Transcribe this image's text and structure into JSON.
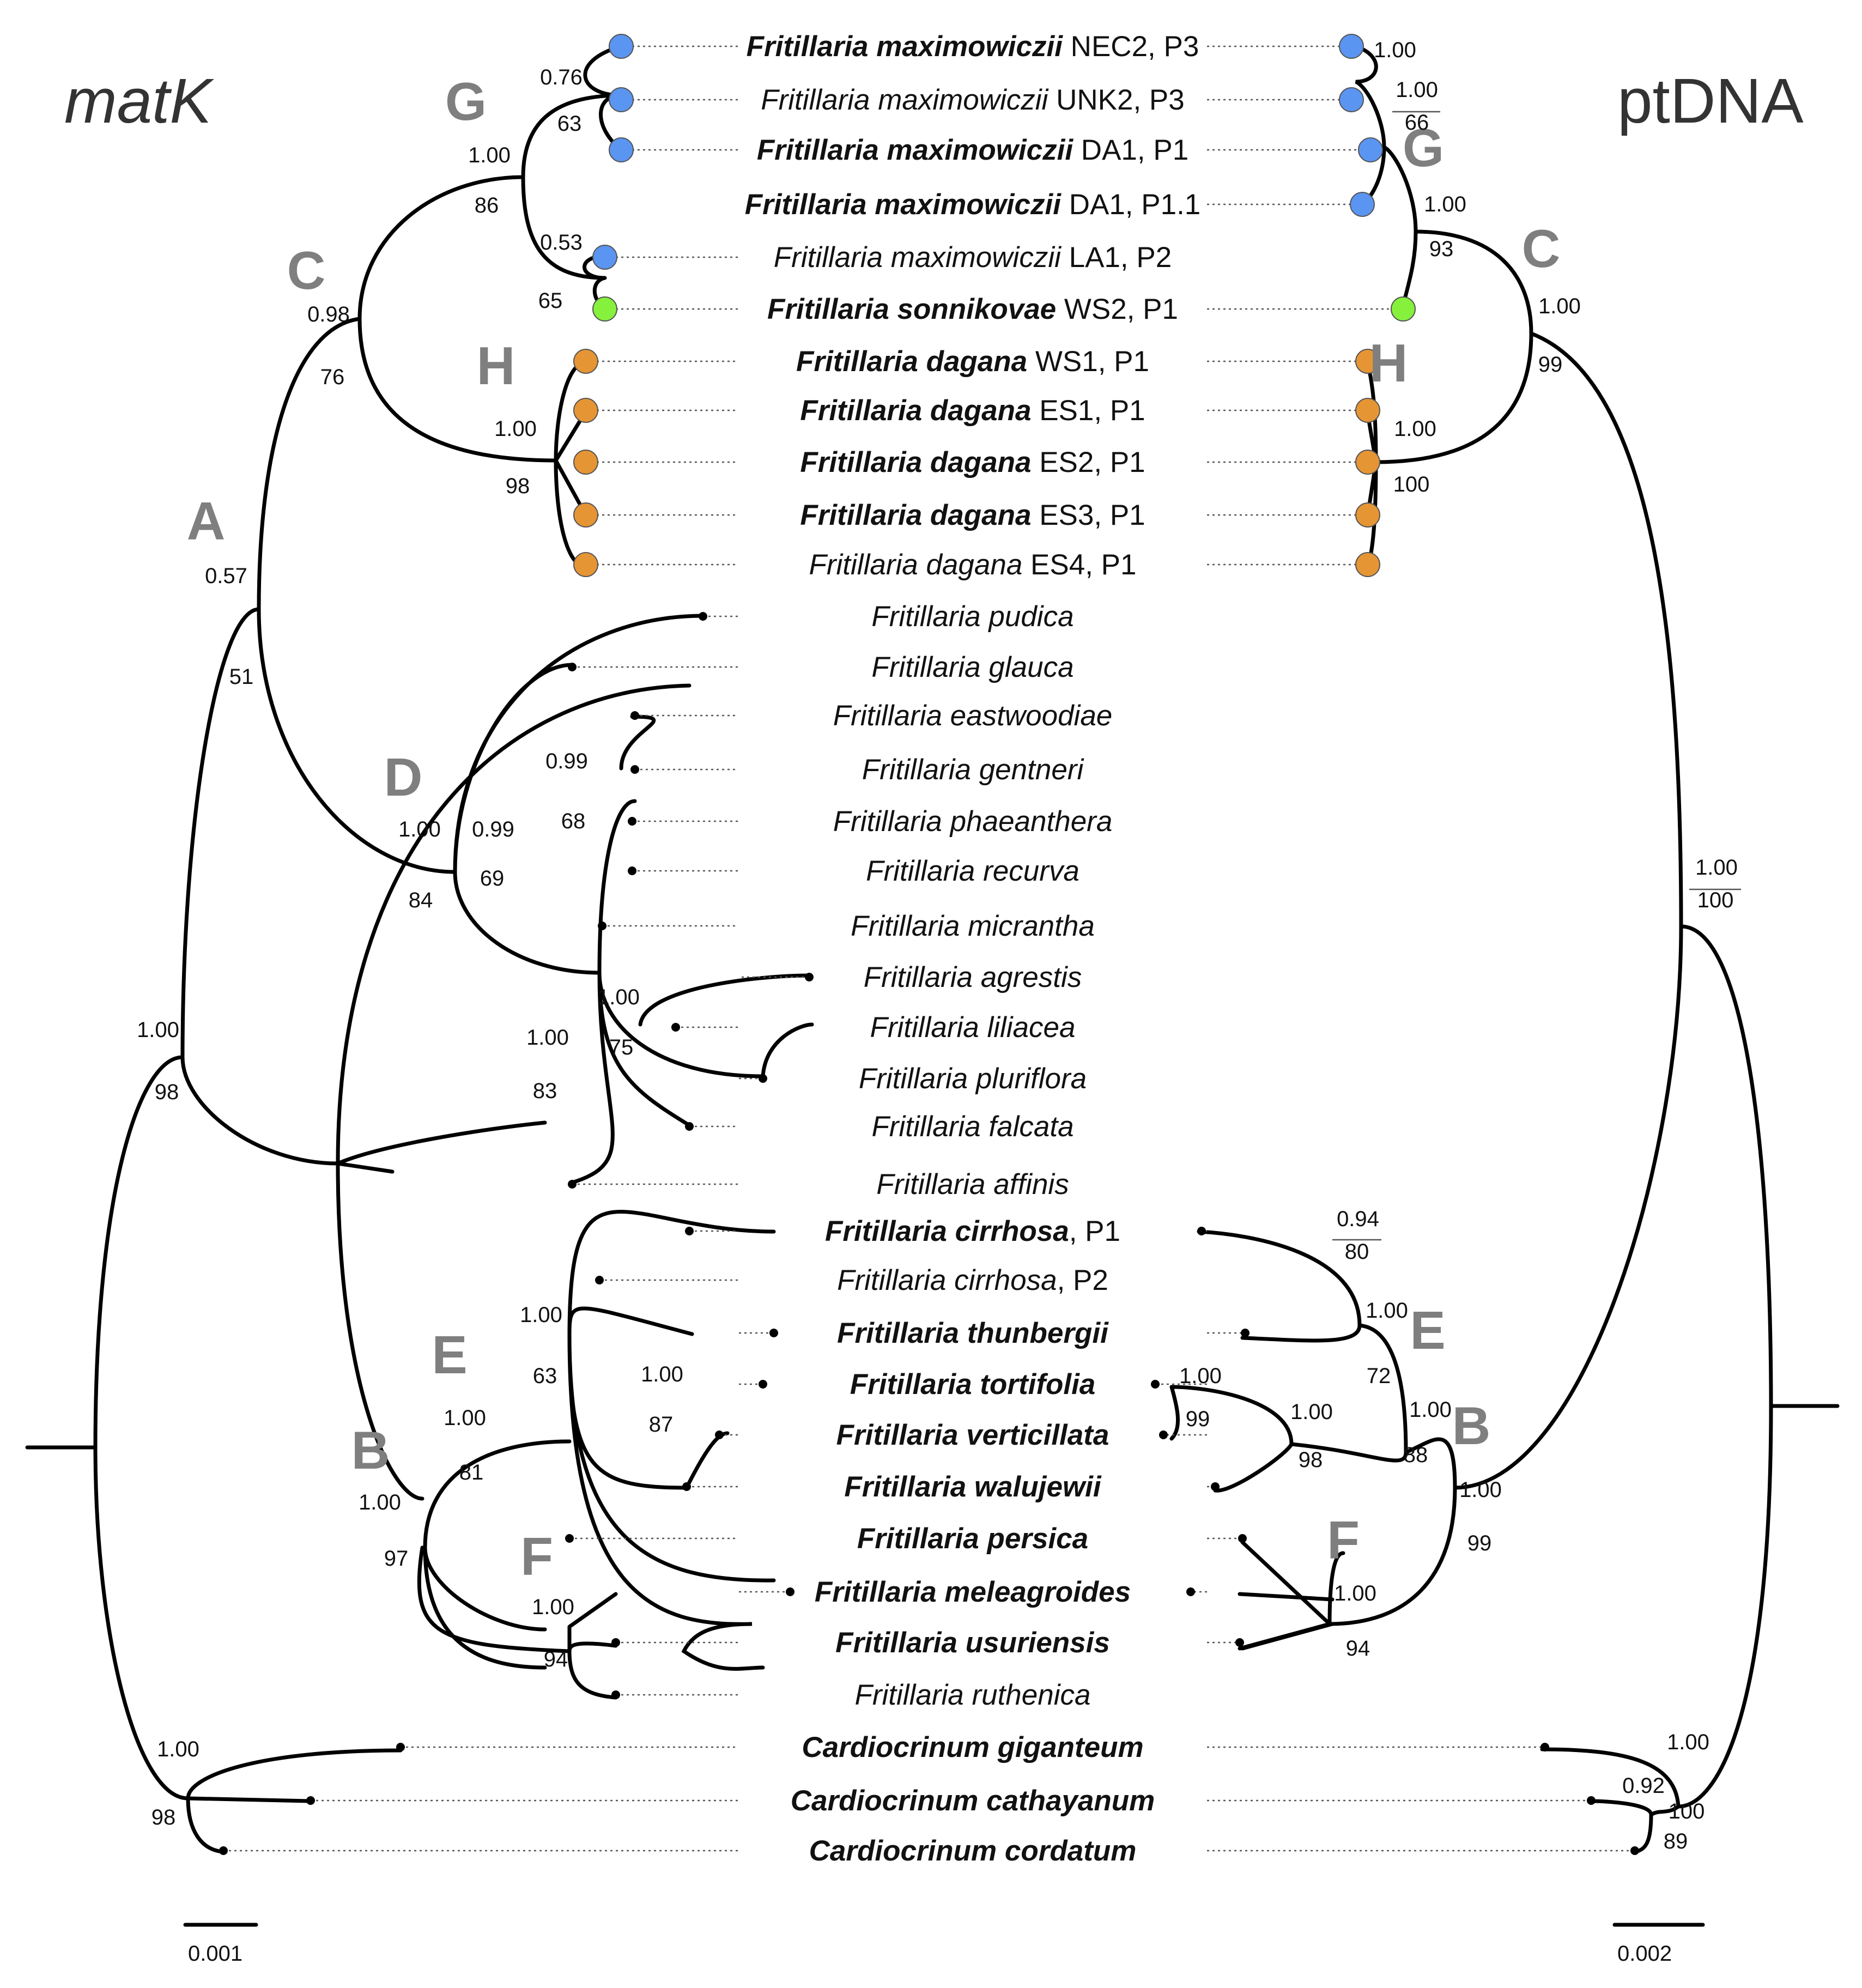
{
  "titles": {
    "left": "matK",
    "right": "ptDNA"
  },
  "scale_bars": {
    "left": "0.001",
    "right": "0.002"
  },
  "colors": {
    "maximowiczii": "#5b95f2",
    "sonnikovae": "#86f13c",
    "dagana": "#e69535",
    "clade_label": "#7f7f7f",
    "branch": "#000000"
  },
  "taxa": [
    {
      "genus": "Fritillaria",
      "epithet": "maximowiczii",
      "suffix": " NEC2, P3",
      "bold": true,
      "marker": "maximowiczii"
    },
    {
      "genus": "Fritillaria",
      "epithet": "maximowiczii",
      "suffix": " UNK2, P3",
      "bold": false,
      "marker": "maximowiczii"
    },
    {
      "genus": "Fritillaria",
      "epithet": "maximowiczii",
      "suffix": " DA1, P1",
      "bold": true,
      "marker": "maximowiczii"
    },
    {
      "genus": "Fritillaria",
      "epithet": "maximowiczii",
      "suffix": " DA1, P1.1",
      "bold": true,
      "marker": "maximowiczii"
    },
    {
      "genus": "Fritillaria",
      "epithet": "maximowiczii",
      "suffix": " LA1, P2",
      "bold": false,
      "marker": "maximowiczii"
    },
    {
      "genus": "Fritillaria",
      "epithet": "sonnikovae",
      "suffix": " WS2, P1",
      "bold": true,
      "marker": "sonnikovae"
    },
    {
      "genus": "Fritillaria",
      "epithet": "dagana",
      "suffix": " WS1, P1",
      "bold": true,
      "marker": "dagana"
    },
    {
      "genus": "Fritillaria",
      "epithet": "dagana",
      "suffix": " ES1, P1",
      "bold": true,
      "marker": "dagana"
    },
    {
      "genus": "Fritillaria",
      "epithet": "dagana",
      "suffix": " ES2, P1",
      "bold": true,
      "marker": "dagana"
    },
    {
      "genus": "Fritillaria",
      "epithet": "dagana",
      "suffix": " ES3, P1",
      "bold": true,
      "marker": "dagana"
    },
    {
      "genus": "Fritillaria",
      "epithet": "dagana",
      "suffix": " ES4, P1",
      "bold": false,
      "marker": "dagana"
    },
    {
      "genus": "Fritillaria",
      "epithet": "pudica",
      "suffix": "",
      "bold": false
    },
    {
      "genus": "Fritillaria",
      "epithet": "glauca",
      "suffix": "",
      "bold": false
    },
    {
      "genus": "Fritillaria",
      "epithet": "eastwoodiae",
      "suffix": "",
      "bold": false
    },
    {
      "genus": "Fritillaria",
      "epithet": "gentneri",
      "suffix": "",
      "bold": false
    },
    {
      "genus": "Fritillaria",
      "epithet": "phaeanthera",
      "suffix": "",
      "bold": false
    },
    {
      "genus": "Fritillaria",
      "epithet": "recurva",
      "suffix": "",
      "bold": false
    },
    {
      "genus": "Fritillaria",
      "epithet": "micrantha",
      "suffix": "",
      "bold": false
    },
    {
      "genus": "Fritillaria",
      "epithet": "agrestis",
      "suffix": "",
      "bold": false
    },
    {
      "genus": "Fritillaria",
      "epithet": "liliacea",
      "suffix": "",
      "bold": false
    },
    {
      "genus": "Fritillaria",
      "epithet": "pluriflora",
      "suffix": "",
      "bold": false
    },
    {
      "genus": "Fritillaria",
      "epithet": "falcata",
      "suffix": "",
      "bold": false
    },
    {
      "genus": "Fritillaria",
      "epithet": "affinis",
      "suffix": "",
      "bold": false
    },
    {
      "genus": "Fritillaria",
      "epithet": "cirrhosa",
      "suffix": ", P1",
      "bold": true
    },
    {
      "genus": "Fritillaria",
      "epithet": "cirrhosa",
      "suffix": ", P2",
      "bold": false
    },
    {
      "genus": "Fritillaria",
      "epithet": "thunbergii",
      "suffix": "",
      "bold": true
    },
    {
      "genus": "Fritillaria",
      "epithet": "tortifolia",
      "suffix": "",
      "bold": true
    },
    {
      "genus": "Fritillaria",
      "epithet": "verticillata",
      "suffix": "",
      "bold": true
    },
    {
      "genus": "Fritillaria",
      "epithet": "walujewii",
      "suffix": "",
      "bold": true
    },
    {
      "genus": "Fritillaria",
      "epithet": "persica",
      "suffix": "",
      "bold": true
    },
    {
      "genus": "Fritillaria",
      "epithet": "meleagroides",
      "suffix": "",
      "bold": true
    },
    {
      "genus": "Fritillaria",
      "epithet": "usuriensis",
      "suffix": "",
      "bold": true
    },
    {
      "genus": "Fritillaria",
      "epithet": "ruthenica",
      "suffix": "",
      "bold": false
    },
    {
      "genus": "Cardiocrinum",
      "epithet": "giganteum",
      "suffix": "",
      "bold": true
    },
    {
      "genus": "Cardiocrinum",
      "epithet": "cathayanum",
      "suffix": "",
      "bold": true
    },
    {
      "genus": "Cardiocrinum",
      "epithet": "cordatum",
      "suffix": "",
      "bold": true
    }
  ],
  "clades": {
    "left": [
      "A",
      "B",
      "C",
      "D",
      "E",
      "F",
      "G",
      "H"
    ],
    "right": [
      "B",
      "C",
      "E",
      "F",
      "G",
      "H"
    ]
  },
  "support_left": [
    "0.76",
    "63",
    "1.00",
    "86",
    "0.53",
    "65",
    "0.98",
    "76",
    "1.00",
    "98",
    "0.57",
    "51",
    "1.00",
    "84",
    "0.99",
    "69",
    "0.99",
    "68",
    "1.00",
    "75",
    "1.00",
    "83",
    "1.00",
    "98",
    "1.00",
    "63",
    "1.00",
    "87",
    "1.00",
    "81",
    "1.00",
    "97",
    "1.00",
    "94",
    "1.00",
    "98"
  ],
  "support_right": [
    "1.00",
    "1.00",
    "66",
    "1.00",
    "93",
    "1.00",
    "99",
    "1.00",
    "100",
    "1.00",
    "100",
    "0.94",
    "80",
    "1.00",
    "72",
    "1.00",
    "99",
    "1.00",
    "98",
    "1.00",
    "88",
    "1.00",
    "99",
    "1.00",
    "94",
    "1.00",
    "0.92",
    "100",
    "89"
  ]
}
